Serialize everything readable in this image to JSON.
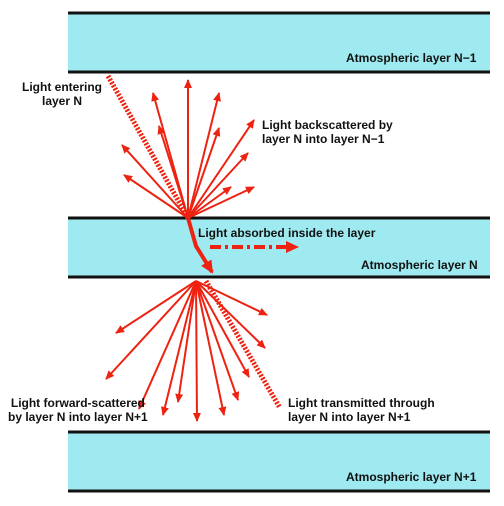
{
  "colors": {
    "layer_fill": "#9eeaf0",
    "layer_border": "#111111",
    "ray": "#ee2211",
    "text": "#111111"
  },
  "layers": {
    "top": "Atmospheric layer N−1",
    "middle": "Atmospheric layer N",
    "bottom": "Atmospheric layer N+1"
  },
  "labels": {
    "entering": [
      "Light entering",
      "layer N"
    ],
    "backscattered": [
      "Light backscattered by",
      "layer N into layer N−1"
    ],
    "absorbed": "Light absorbed inside the layer",
    "forward_scattered": [
      "Light forward-scattered",
      "by layer N into layer N+1"
    ],
    "transmitted": [
      "Light transmitted through",
      "layer N into layer N+1"
    ]
  }
}
